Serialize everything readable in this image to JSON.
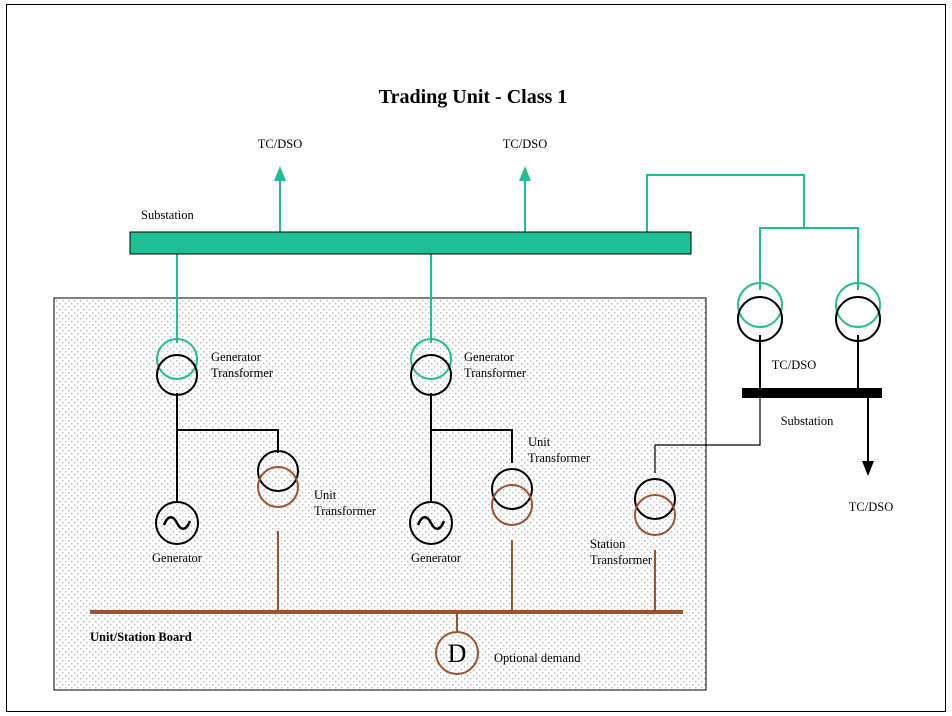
{
  "title": "Trading Unit - Class 1",
  "colors": {
    "teal": "#1FBF95",
    "brown": "#A0522D",
    "black": "#000000",
    "dots": "#B5B5B5"
  },
  "labels": {
    "tc_dso_1": "TC/DSO",
    "tc_dso_2": "TC/DSO",
    "tc_dso_3": "TC/DSO",
    "tc_dso_4": "TC/DSO",
    "substation_main": "Substation",
    "substation_right": "Substation",
    "gen_transformer_1_line1": "Generator",
    "gen_transformer_1_line2": "Transformer",
    "gen_transformer_2_line1": "Generator",
    "gen_transformer_2_line2": "Transformer",
    "unit_transformer_1_line1": "Unit",
    "unit_transformer_1_line2": "Transformer",
    "unit_transformer_2_line1": "Unit",
    "unit_transformer_2_line2": "Transformer",
    "station_transformer_line1": "Station",
    "station_transformer_line2": "Transformer",
    "generator_1": "Generator",
    "generator_2": "Generator",
    "board": "Unit/Station Board",
    "optional_demand": "Optional demand",
    "demand_symbol": "D",
    "generator_symbol": "~"
  }
}
